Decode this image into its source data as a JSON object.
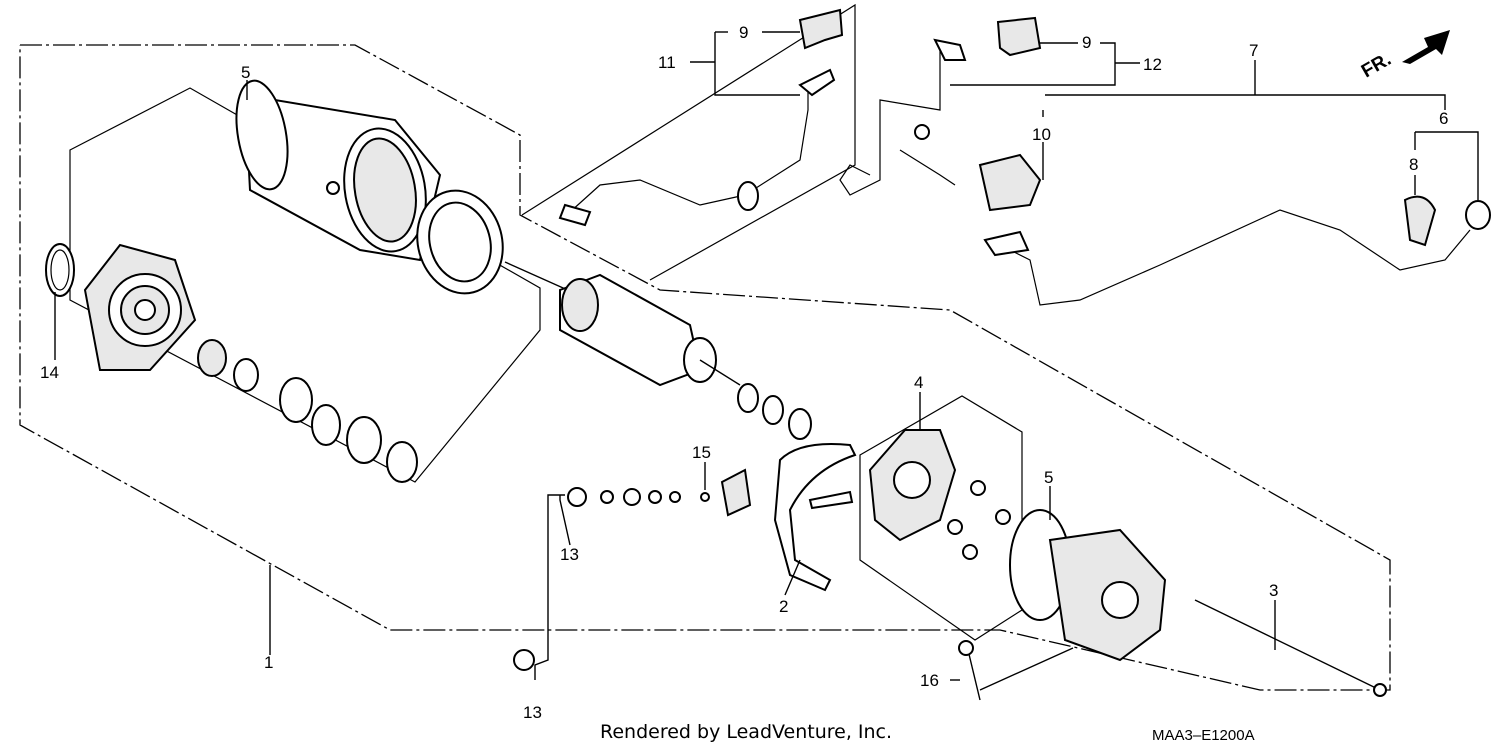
{
  "diagram": {
    "callouts": [
      {
        "id": "c1",
        "text": "1"
      },
      {
        "id": "c2",
        "text": "2"
      },
      {
        "id": "c3",
        "text": "3"
      },
      {
        "id": "c4",
        "text": "4"
      },
      {
        "id": "c5a",
        "text": "5"
      },
      {
        "id": "c5b",
        "text": "5"
      },
      {
        "id": "c6",
        "text": "6"
      },
      {
        "id": "c7",
        "text": "7"
      },
      {
        "id": "c8",
        "text": "8"
      },
      {
        "id": "c9a",
        "text": "9"
      },
      {
        "id": "c9b",
        "text": "9"
      },
      {
        "id": "c10",
        "text": "10"
      },
      {
        "id": "c11",
        "text": "11"
      },
      {
        "id": "c12",
        "text": "12"
      },
      {
        "id": "c13a",
        "text": "13"
      },
      {
        "id": "c13b",
        "text": "13"
      },
      {
        "id": "c14",
        "text": "14"
      },
      {
        "id": "c15",
        "text": "15"
      },
      {
        "id": "c16",
        "text": "16"
      }
    ],
    "direction_label": "FR.",
    "footer": "Rendered by LeadVenture, Inc.",
    "diagram_code": "MAA3–E1200A"
  }
}
